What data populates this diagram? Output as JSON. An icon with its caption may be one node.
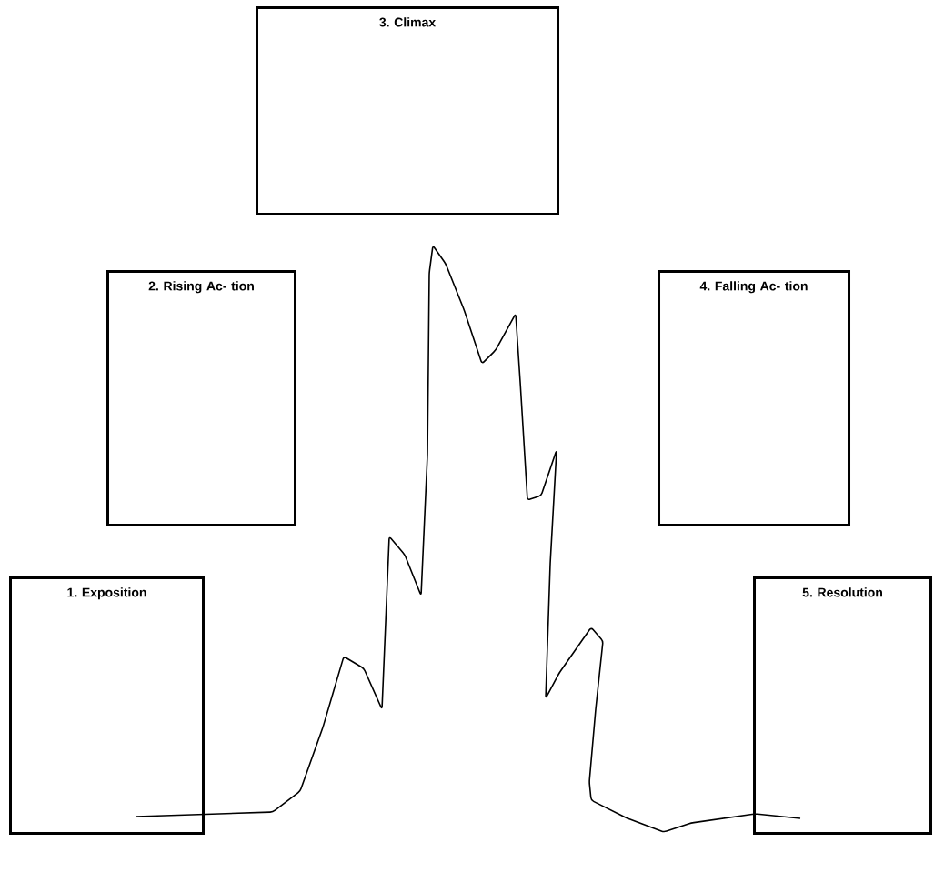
{
  "diagram": {
    "nodes": [
      {
        "text": [
          "3. Climax"
        ]
      },
      {
        "text": [
          "2. Rising Ac- tion"
        ]
      },
      {
        "text": [
          "4. Falling Ac- tion"
        ]
      },
      {
        "text": [
          "1. Exposition"
        ]
      },
      {
        "text": [
          "5. Resolution"
        ]
      }
    ]
  }
}
